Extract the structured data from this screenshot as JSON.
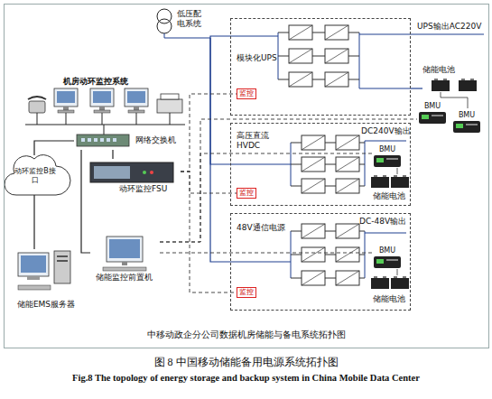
{
  "diagram": {
    "caption": "图 8 中国移动储能备用电源系统拓扑图",
    "nodes": [
      {
        "text": [
          "中移动政企分公司数据机房储能与备电系统拓扑图"
        ]
      },
      {
        "text": [
          "低压配电系统"
        ],
        "in": 0
      },
      {
        "text": [
          "网络交换机"
        ],
        "in": 0
      },
      {
        "text": [
          "动环监控FSU"
        ],
        "in": 0
      },
      {
        "text": [
          "动环监控B接口"
        ],
        "in": 0
      },
      {
        "text": [
          "储能EMS服务器"
        ],
        "in": 0
      },
      {
        "text": [
          "储能监控前置机"
        ],
        "in": 0
      },
      {
        "text": [
          "模块化UPS"
        ],
        "in": 0
      },
      {
        "text": [
          "监控"
        ],
        "in": 7
      },
      {
        "text": [
          "高压直流HVDC"
        ],
        "in": 0
      },
      {
        "text": [
          "监控"
        ],
        "in": 9
      },
      {
        "text": [
          "48V通信电源"
        ],
        "in": 0
      },
      {
        "text": [
          "监控"
        ],
        "in": 11
      },
      {
        "text": [
          "储能电池"
        ],
        "in": 0
      },
      {
        "text": [
          "BMU"
        ],
        "in": 0
      },
      {
        "text": [
          "BMU"
        ],
        "in": 0
      },
      {
        "text": [
          "BMU"
        ],
        "in": 9
      },
      {
        "text": [
          "储能电池"
        ],
        "in": 9
      },
      {
        "text": [
          "BMU"
        ],
        "in": 11
      },
      {
        "text": [
          "储能电池"
        ],
        "in": 11
      }
    ],
    "edges": [
      {
        "from": 1,
        "to": 7,
        "arrow": "none"
      },
      {
        "from": 1,
        "to": 9,
        "arrow": "none"
      },
      {
        "from": 1,
        "to": 11,
        "arrow": "none"
      },
      {
        "from": 2,
        "to": 3,
        "arrow": "none"
      },
      {
        "from": 3,
        "to": 8,
        "arrow": "none"
      },
      {
        "from": 3,
        "to": 10,
        "arrow": "none"
      },
      {
        "from": 3,
        "to": 12,
        "arrow": "none"
      },
      {
        "from": 4,
        "to": 2,
        "arrow": "none"
      },
      {
        "from": 5,
        "to": 4,
        "arrow": "none"
      },
      {
        "from": 6,
        "to": 2,
        "arrow": "none"
      },
      {
        "from": 6,
        "to": 14,
        "arrow": "none"
      },
      {
        "from": 6,
        "to": 16,
        "arrow": "none"
      },
      {
        "from": 6,
        "to": 18,
        "arrow": "none"
      },
      {
        "from": 7,
        "to": 13,
        "arrow": "none"
      }
    ],
    "labels": [
      "机房动环监控系统",
      "UPS输出AC220V",
      "DC240V输出",
      "DC-48V输出",
      "Fig.8 The topology of energy storage and backup system in China Mobile Data Center"
    ]
  }
}
